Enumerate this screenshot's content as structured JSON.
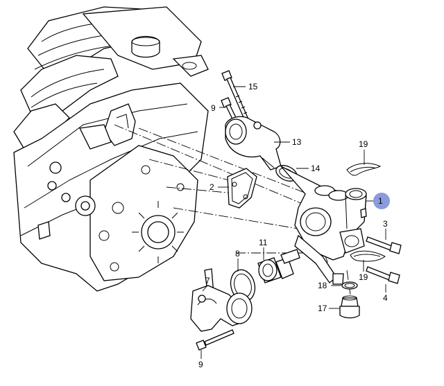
{
  "callouts": [
    {
      "id": "c15",
      "text": "15"
    },
    {
      "id": "c9a",
      "text": "9"
    },
    {
      "id": "c13",
      "text": "13"
    },
    {
      "id": "c19a",
      "text": "19"
    },
    {
      "id": "c14",
      "text": "14"
    },
    {
      "id": "c2",
      "text": "2"
    },
    {
      "id": "c1",
      "text": "1"
    },
    {
      "id": "c3",
      "text": "3"
    },
    {
      "id": "c8",
      "text": "8"
    },
    {
      "id": "c11",
      "text": "11"
    },
    {
      "id": "c7",
      "text": "7"
    },
    {
      "id": "c19b",
      "text": "19"
    },
    {
      "id": "c4",
      "text": "4"
    },
    {
      "id": "c18",
      "text": "18"
    },
    {
      "id": "c17",
      "text": "17"
    },
    {
      "id": "c9b",
      "text": "9"
    }
  ],
  "highlight": {
    "callout": "c1",
    "color": "#8b9bdc"
  }
}
